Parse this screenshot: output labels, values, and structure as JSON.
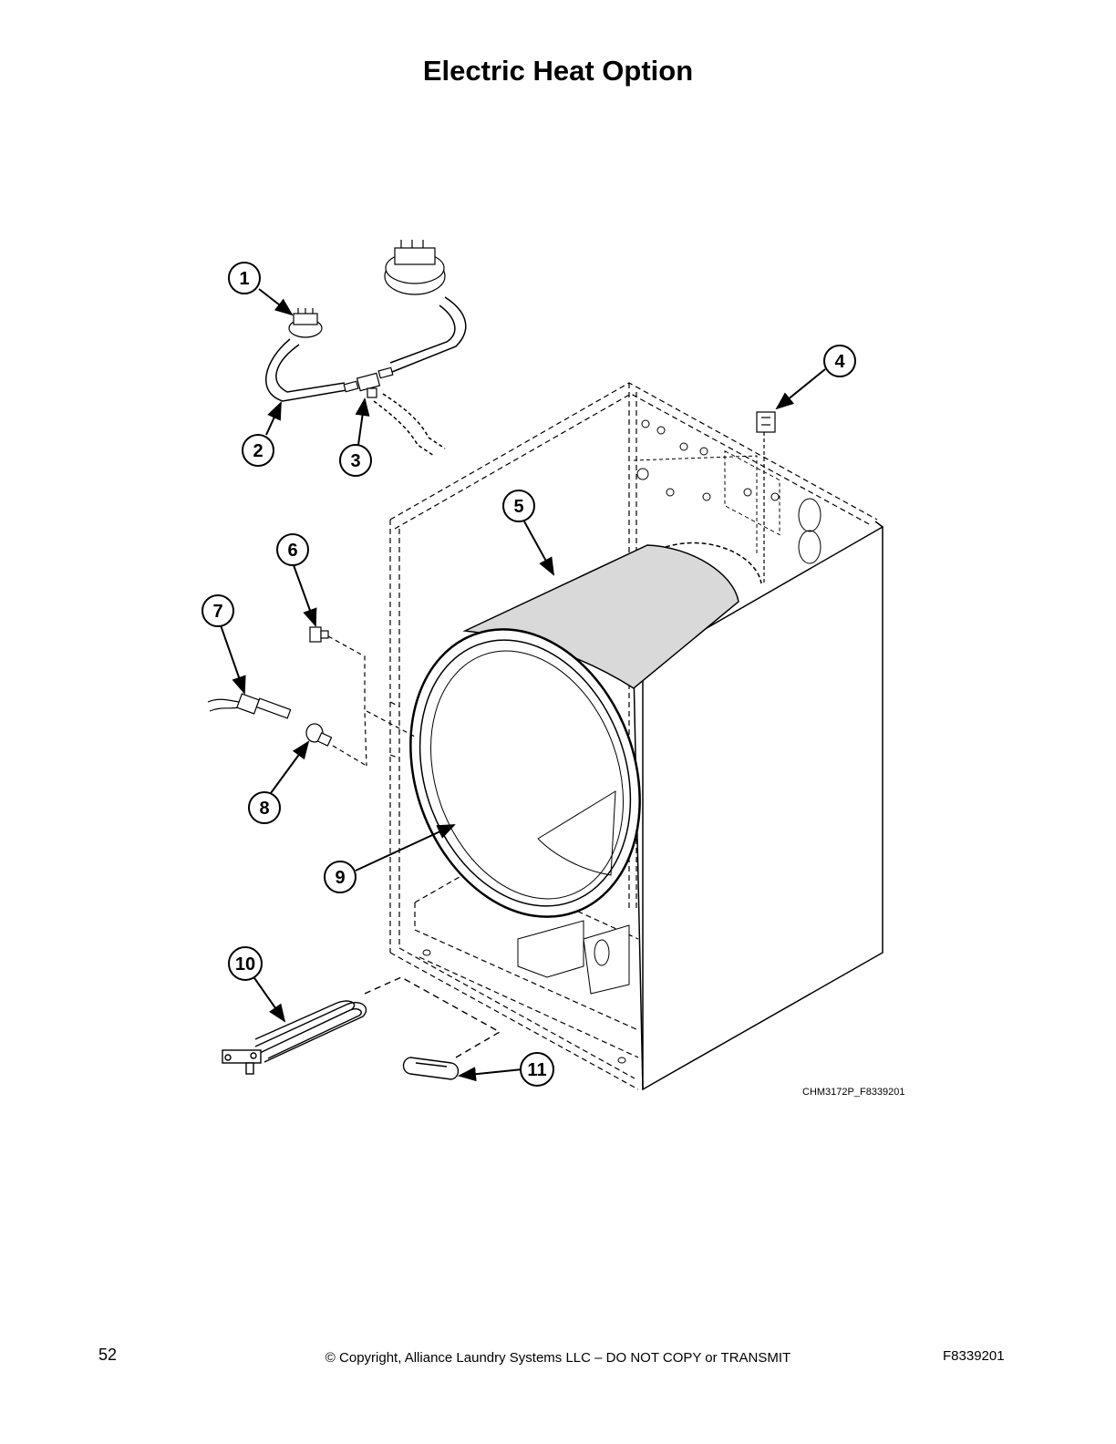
{
  "page": {
    "title": "Electric Heat Option",
    "drawing_id": "CHM3172P_F8339201",
    "page_number": "52",
    "copyright": "© Copyright, Alliance Laundry Systems LLC – DO NOT COPY or TRANSMIT",
    "document_number": "F8339201"
  },
  "callouts": [
    "1",
    "2",
    "3",
    "4",
    "5",
    "6",
    "7",
    "8",
    "9",
    "10",
    "11"
  ],
  "colors": {
    "line": "#000000",
    "drum_fill": "#d9d9d9"
  }
}
